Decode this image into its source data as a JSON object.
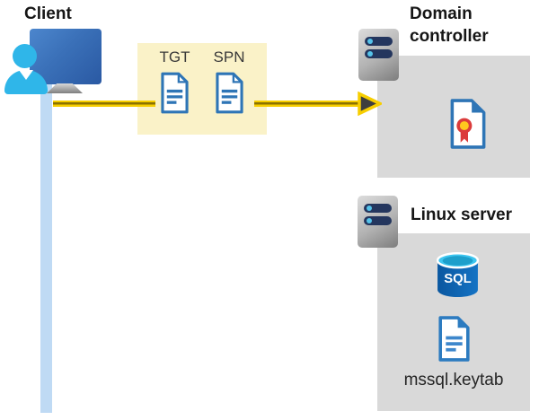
{
  "client": {
    "label": "Client"
  },
  "ticket_box": {
    "tgt_label": "TGT",
    "spn_label": "SPN"
  },
  "domain_controller": {
    "title": "Domain controller"
  },
  "linux_server": {
    "title": "Linux server",
    "sql_text": "SQL",
    "keytab_label": "mssql.keytab"
  },
  "colors": {
    "accent_yellow": "#f7ce00",
    "arrow_dark": "#3e3e3e",
    "highlight_box_yellow": "#faf2c8",
    "panel_gray": "#d9d9d9",
    "doc_blue": "#2e75b6",
    "person_cyan": "#2fb6e9",
    "monitor_blue": "#3a70b8",
    "timeline_blue": "#bfdaf4",
    "server_pill_navy": "#24365e",
    "server_pill_dot_cyan": "#55c3ea",
    "sql_top_cyan": "#3ec6f0",
    "sql_body_blue": "#0f66b4",
    "certificate_red": "#db3b3b",
    "certificate_gold": "#ffc81e"
  }
}
